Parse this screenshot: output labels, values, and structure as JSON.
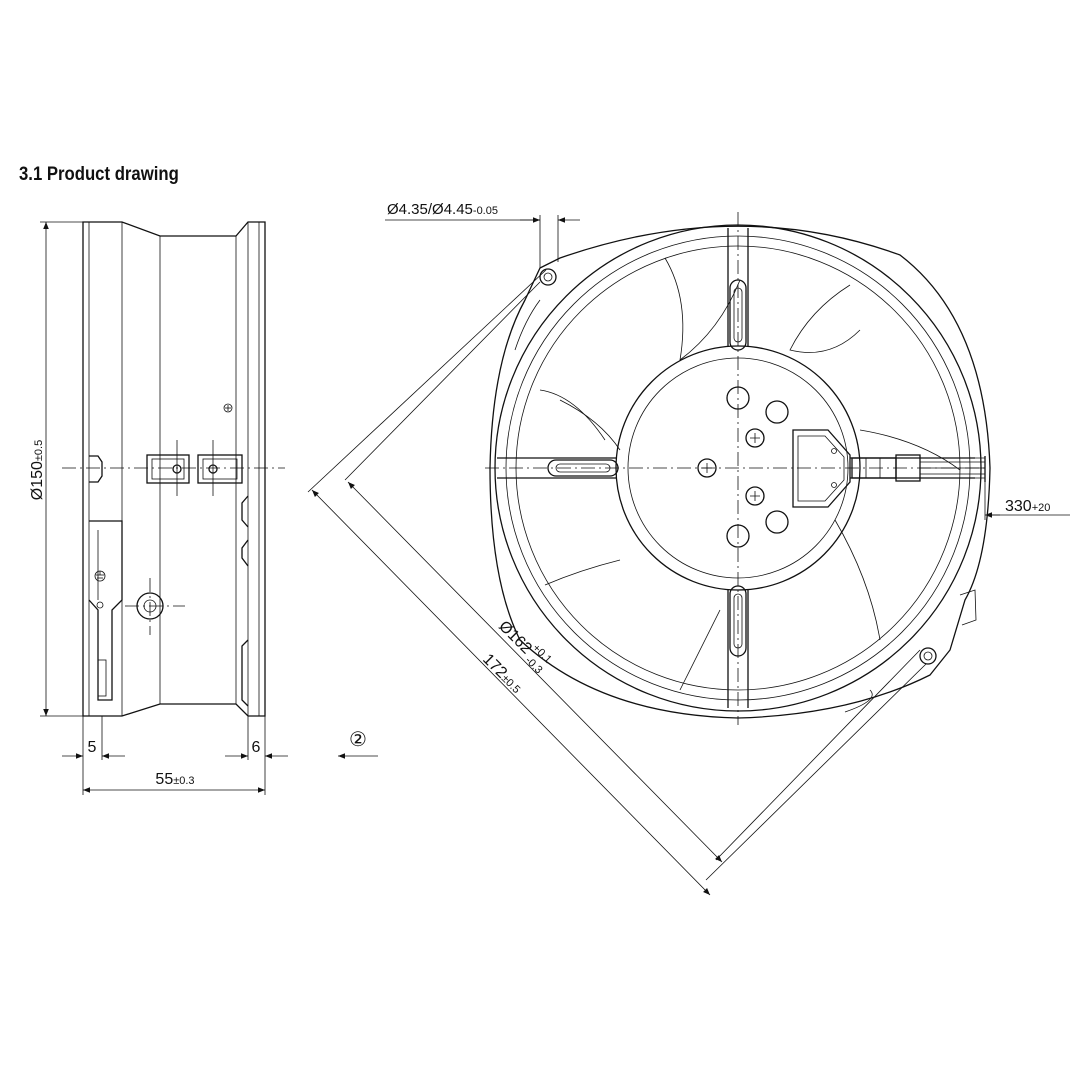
{
  "title": "3.1 Product drawing",
  "dimensions": {
    "dia150": {
      "main": "Ø150",
      "tol": "±0.5"
    },
    "w5": "5",
    "w6": "6",
    "w55": {
      "main": "55",
      "tol": "±0.3"
    },
    "circled2": "②",
    "hole": {
      "main": "Ø4.35/Ø4.45",
      "tol": "-0.05"
    },
    "cable": {
      "main": "330",
      "tol": "+20"
    },
    "dia162": {
      "main": "Ø162",
      "tol_upper": "+0.1",
      "tol_lower": "-0.3"
    },
    "d172": {
      "main": "172",
      "tol": "±0.5"
    }
  }
}
